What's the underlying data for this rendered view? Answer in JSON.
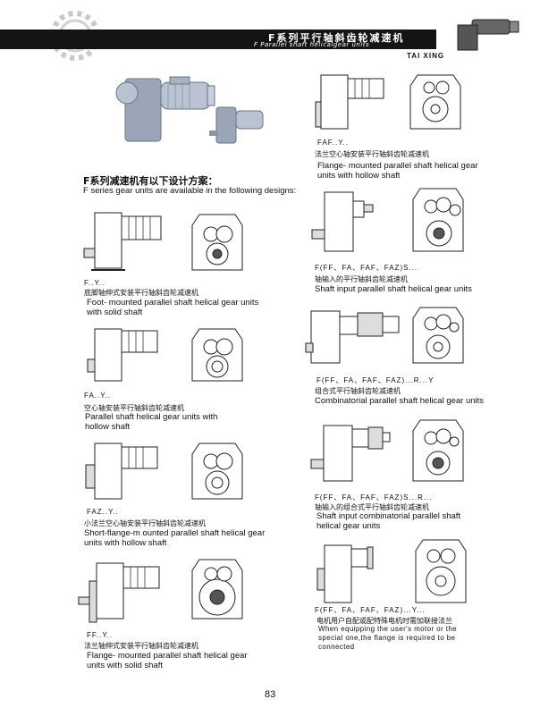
{
  "header": {
    "title_cn": "F系列平行轴斜齿轮减速机",
    "title_en": "F Parallel shaft helicalgear units",
    "brand": "TAI XING"
  },
  "intro": {
    "cn": "F系列减速机有以下设计方案：",
    "en": "F series gear units are available in the following designs:"
  },
  "designs": [
    {
      "code": "F..Y..",
      "cn": "底脚轴伸式安装平行轴斜齿轮减速机",
      "en": "Foot- mounted parallel shaft helical gear units with solid shaft"
    },
    {
      "code": "FA..Y..",
      "cn": "空心轴安装平行轴斜齿轮减速机",
      "en": "Parallel shaft helical gear units with hollow shaft"
    },
    {
      "code": "FAZ..Y..",
      "cn": "小法兰空心轴安装平行轴斜齿轮减速机",
      "en": "Short-flange-m ounted parallel shaft helical gear units with hollow shaft"
    },
    {
      "code": "FF..Y..",
      "cn": "法兰轴伸式安装平行轴斜齿轮减速机",
      "en": "Flange- mounted parallel shaft helical gear units with solid shaft"
    },
    {
      "code": "FAF..Y..",
      "cn": "法兰空心轴安装平行轴斜齿轮减速机",
      "en": "Flange- mounted parallel shaft helical gear units with hollow shaft"
    },
    {
      "code": "F(FF、FA、FAF、FAZ)S...",
      "cn": "轴输入的平行轴斜齿轮减速机",
      "en": "Shaft input parallel shaft helical gear units"
    },
    {
      "code": "F(FF、FA、FAF、FAZ)...R...Y",
      "cn": "组合式平行轴斜齿轮减速机",
      "en": "Combinatorial parallel shaft helical gear units"
    },
    {
      "code": "F(FF、FA、FAF、FAZ)S...R...",
      "cn": "轴输入的组合式平行轴斜齿轮减速机",
      "en": "Shaft input combinatorial parallel shaft helical gear units"
    },
    {
      "code": "F(FF、FA、FAF、FAZ)...Y...",
      "cn": "电机用户自配或配特殊电机时需加联接法兰",
      "en": "When equipping the user's motor or the special one,the flange is required to be connected"
    }
  ],
  "page_number": "83"
}
